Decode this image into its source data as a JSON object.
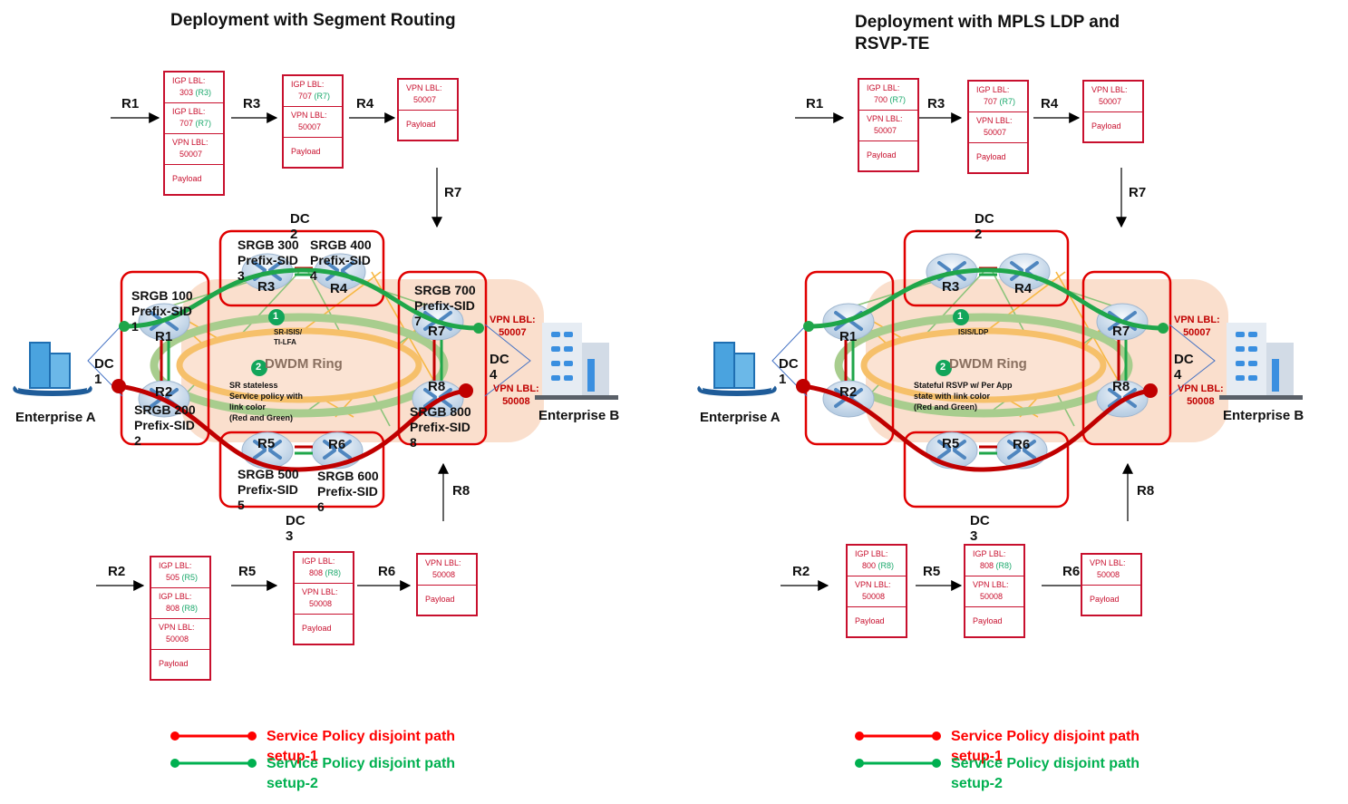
{
  "left": {
    "title": "Deployment with Segment Routing",
    "top_flow": {
      "hops": [
        "R1",
        "R3",
        "R4",
        "R7"
      ],
      "stacks": [
        [
          {
            "k": "IGP LBL:",
            "v": "303",
            "tag": "(R3)"
          },
          {
            "k": "IGP LBL:",
            "v": "707",
            "tag": "(R7)"
          },
          {
            "k": "VPN LBL:",
            "v": "50007"
          },
          {
            "k": "Payload"
          }
        ],
        [
          {
            "k": "IGP LBL:",
            "v": "707",
            "tag": "(R7)"
          },
          {
            "k": "VPN LBL:",
            "v": "50007"
          },
          {
            "k": "Payload"
          }
        ],
        [
          {
            "k": "VPN LBL:",
            "v": "50007"
          },
          {
            "k": "Payload"
          }
        ]
      ]
    },
    "bottom_flow": {
      "hops": [
        "R2",
        "R5",
        "R6",
        "R8"
      ],
      "stacks": [
        [
          {
            "k": "IGP LBL:",
            "v": "505",
            "tag": "(R5)"
          },
          {
            "k": "IGP LBL:",
            "v": "808",
            "tag": "(R8)"
          },
          {
            "k": "VPN LBL:",
            "v": "50008"
          },
          {
            "k": "Payload"
          }
        ],
        [
          {
            "k": "IGP LBL:",
            "v": "808",
            "tag": "(R8)"
          },
          {
            "k": "VPN LBL:",
            "v": "50008"
          },
          {
            "k": "Payload"
          }
        ],
        [
          {
            "k": "VPN LBL:",
            "v": "50008"
          },
          {
            "k": "Payload"
          }
        ]
      ]
    },
    "routers": {
      "R1": {
        "name": "R1",
        "srgb": "SRGB 100",
        "sid": "Prefix-SID",
        "sid_num": "1"
      },
      "R2": {
        "name": "R2",
        "srgb": "SRGB 200",
        "sid": "Prefix-SID",
        "sid_num": "2"
      },
      "R3": {
        "name": "R3",
        "srgb": "SRGB 300",
        "sid": "Prefix-SID",
        "sid_num": "3"
      },
      "R4": {
        "name": "R4",
        "srgb": "SRGB 400",
        "sid": "Prefix-SID",
        "sid_num": "4"
      },
      "R5": {
        "name": "R5",
        "srgb": "SRGB 500",
        "sid": "Prefix-SID",
        "sid_num": "5"
      },
      "R6": {
        "name": "R6",
        "srgb": "SRGB 600",
        "sid": "Prefix-SID",
        "sid_num": "6"
      },
      "R7": {
        "name": "R7",
        "srgb": "SRGB 700",
        "sid": "Prefix-SID",
        "sid_num": "7"
      },
      "R8": {
        "name": "R8",
        "srgb": "SRGB 800",
        "sid": "Prefix-SID",
        "sid_num": "8"
      }
    },
    "dcs": {
      "dc1": "DC\n1",
      "dc2": "DC\n2",
      "dc3": "DC\n3",
      "dc4": "DC\n4"
    },
    "ring_label": "DWDM Ring",
    "note1_num": "1",
    "note1": "SR-ISIS/\nTI-LFA",
    "note2_num": "2",
    "note2": "SR stateless\nService policy with\nlink color\n(Red and Green)",
    "vpn_top": "VPN LBL:\n50007",
    "vpn_bottom": "VPN LBL:\n50008",
    "enterprise_a": "Enterprise A",
    "enterprise_b": "Enterprise B",
    "legend": [
      {
        "label": "Service Policy disjoint path\nsetup-1",
        "color": "#ff0000"
      },
      {
        "label": "Service Policy disjoint path\nsetup-2",
        "color": "#00b050"
      }
    ]
  },
  "right": {
    "title": "Deployment with MPLS LDP and\nRSVP-TE",
    "top_flow": {
      "hops": [
        "R1",
        "R3",
        "R4",
        "R7"
      ],
      "stacks": [
        [
          {
            "k": "IGP LBL:",
            "v": "700",
            "tag": "(R7)"
          },
          {
            "k": "VPN LBL:",
            "v": "50007"
          },
          {
            "k": "Payload"
          }
        ],
        [
          {
            "k": "IGP LBL:",
            "v": "707",
            "tag": "(R7)"
          },
          {
            "k": "VPN LBL:",
            "v": "50007"
          },
          {
            "k": "Payload"
          }
        ],
        [
          {
            "k": "VPN LBL:",
            "v": "50007"
          },
          {
            "k": "Payload"
          }
        ]
      ]
    },
    "bottom_flow": {
      "hops": [
        "R2",
        "R5",
        "R6",
        "R8"
      ],
      "stacks": [
        [
          {
            "k": "IGP LBL:",
            "v": "800",
            "tag": "(R8)"
          },
          {
            "k": "VPN LBL:",
            "v": "50008"
          },
          {
            "k": "Payload"
          }
        ],
        [
          {
            "k": "IGP LBL:",
            "v": "808",
            "tag": "(R8)"
          },
          {
            "k": "VPN LBL:",
            "v": "50008"
          },
          {
            "k": "Payload"
          }
        ],
        [
          {
            "k": "VPN LBL:",
            "v": "50008"
          },
          {
            "k": "Payload"
          }
        ]
      ]
    },
    "routers": [
      "R1",
      "R2",
      "R3",
      "R4",
      "R5",
      "R6",
      "R7",
      "R8"
    ],
    "dcs": {
      "dc1": "DC\n1",
      "dc2": "DC\n2",
      "dc3": "DC\n3",
      "dc4": "DC\n4"
    },
    "ring_label": "DWDM Ring",
    "note1_num": "1",
    "note1": "ISIS/LDP",
    "note2_num": "2",
    "note2": "Stateful RSVP w/ Per App\nstate with link color\n(Red and Green)",
    "vpn_top": "VPN LBL:\n50007",
    "vpn_bottom": "VPN LBL:\n50008",
    "enterprise_a": "Enterprise A",
    "enterprise_b": "Enterprise B",
    "legend": [
      {
        "label": "Service Policy disjoint path\nsetup-1",
        "color": "#ff0000"
      },
      {
        "label": "Service Policy disjoint path\nsetup-2",
        "color": "#00b050"
      }
    ]
  },
  "colors": {
    "box_red": "#e00000",
    "label_red": "#c8102e",
    "path_green": "#1fa64a",
    "path_red": "#c00000",
    "ring_fill": "#f9d9c4"
  }
}
